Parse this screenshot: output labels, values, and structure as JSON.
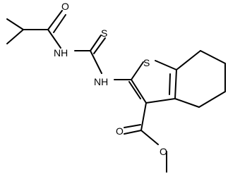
{
  "structure": {
    "atoms": [
      {
        "id": "o_acyl",
        "label": "O"
      },
      {
        "id": "nh_amide",
        "label": "NH"
      },
      {
        "id": "s_thiocarbonyl",
        "label": "S"
      },
      {
        "id": "nh_thioamide",
        "label": "NH"
      },
      {
        "id": "s_thiophene",
        "label": "S"
      },
      {
        "id": "o_ester_carbonyl",
        "label": "O"
      },
      {
        "id": "o_ester_methoxy",
        "label": "O"
      }
    ]
  }
}
